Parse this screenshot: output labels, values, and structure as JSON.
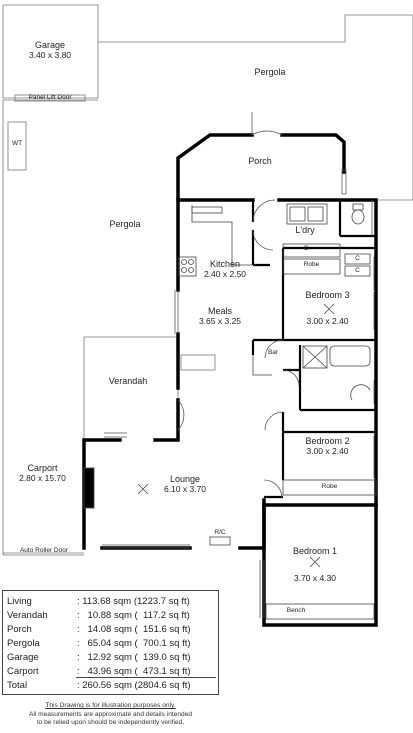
{
  "rooms": {
    "garage": {
      "name": "Garage",
      "dims": "3.40 x 3.80"
    },
    "pergola_top": {
      "name": "Pergola"
    },
    "porch": {
      "name": "Porch"
    },
    "pergola_left": {
      "name": "Pergola"
    },
    "laundry": {
      "name": "L'dry"
    },
    "kitchen": {
      "name": "Kitchen",
      "dims": "2.40 x 2.50"
    },
    "meals": {
      "name": "Meals",
      "dims": "3.65 x 3.25"
    },
    "bedroom3": {
      "name": "Bedroom 3",
      "dims": "3.00 x 2.40"
    },
    "verandah": {
      "name": "Verandah"
    },
    "bar": {
      "name": "Bar"
    },
    "bedroom2": {
      "name": "Bedroom 2",
      "dims": "3.00 x 2.40"
    },
    "carport": {
      "name": "Carport",
      "dims": "2.80 x 15.70"
    },
    "lounge": {
      "name": "Lounge",
      "dims": "6.10 x 3.70"
    },
    "bedroom1": {
      "name": "Bedroom 1",
      "dims": "3.70 x 4.30"
    }
  },
  "fixtures": {
    "panel_lift_door": "Panel Lift Door",
    "wt": "WT",
    "robe_b3": "Robe",
    "robe_b2": "Robe",
    "c1": "C",
    "c2": "C",
    "c3": "C",
    "rc": "R/C",
    "bench": "Bench",
    "auto_roller_door": "Auto Roller Door"
  },
  "areas": [
    {
      "label": "Living",
      "value": ": 113.68 sqm (1223.7 sq ft)"
    },
    {
      "label": "Verandah",
      "value": ":   10.88 sqm (  117.2 sq ft)"
    },
    {
      "label": "Porch",
      "value": ":   14.08 sqm (  151.6 sq ft)"
    },
    {
      "label": "Pergola",
      "value": ":   65.04 sqm (  700.1 sq ft)"
    },
    {
      "label": "Garage",
      "value": ":   12.92 sqm (  139.0 sq ft)"
    },
    {
      "label": "Carport",
      "value": ":   43.96 sqm (  473.1 sq ft)"
    },
    {
      "label": "Total",
      "value": ": 260.56 sqm (2804.6 sq ft)"
    }
  ],
  "disclaimer": {
    "line1": "This Drawing is for illustration purposes only.",
    "line2": "All measurements are approximate and details intended",
    "line3": "to be relied upon should be independently verified."
  }
}
